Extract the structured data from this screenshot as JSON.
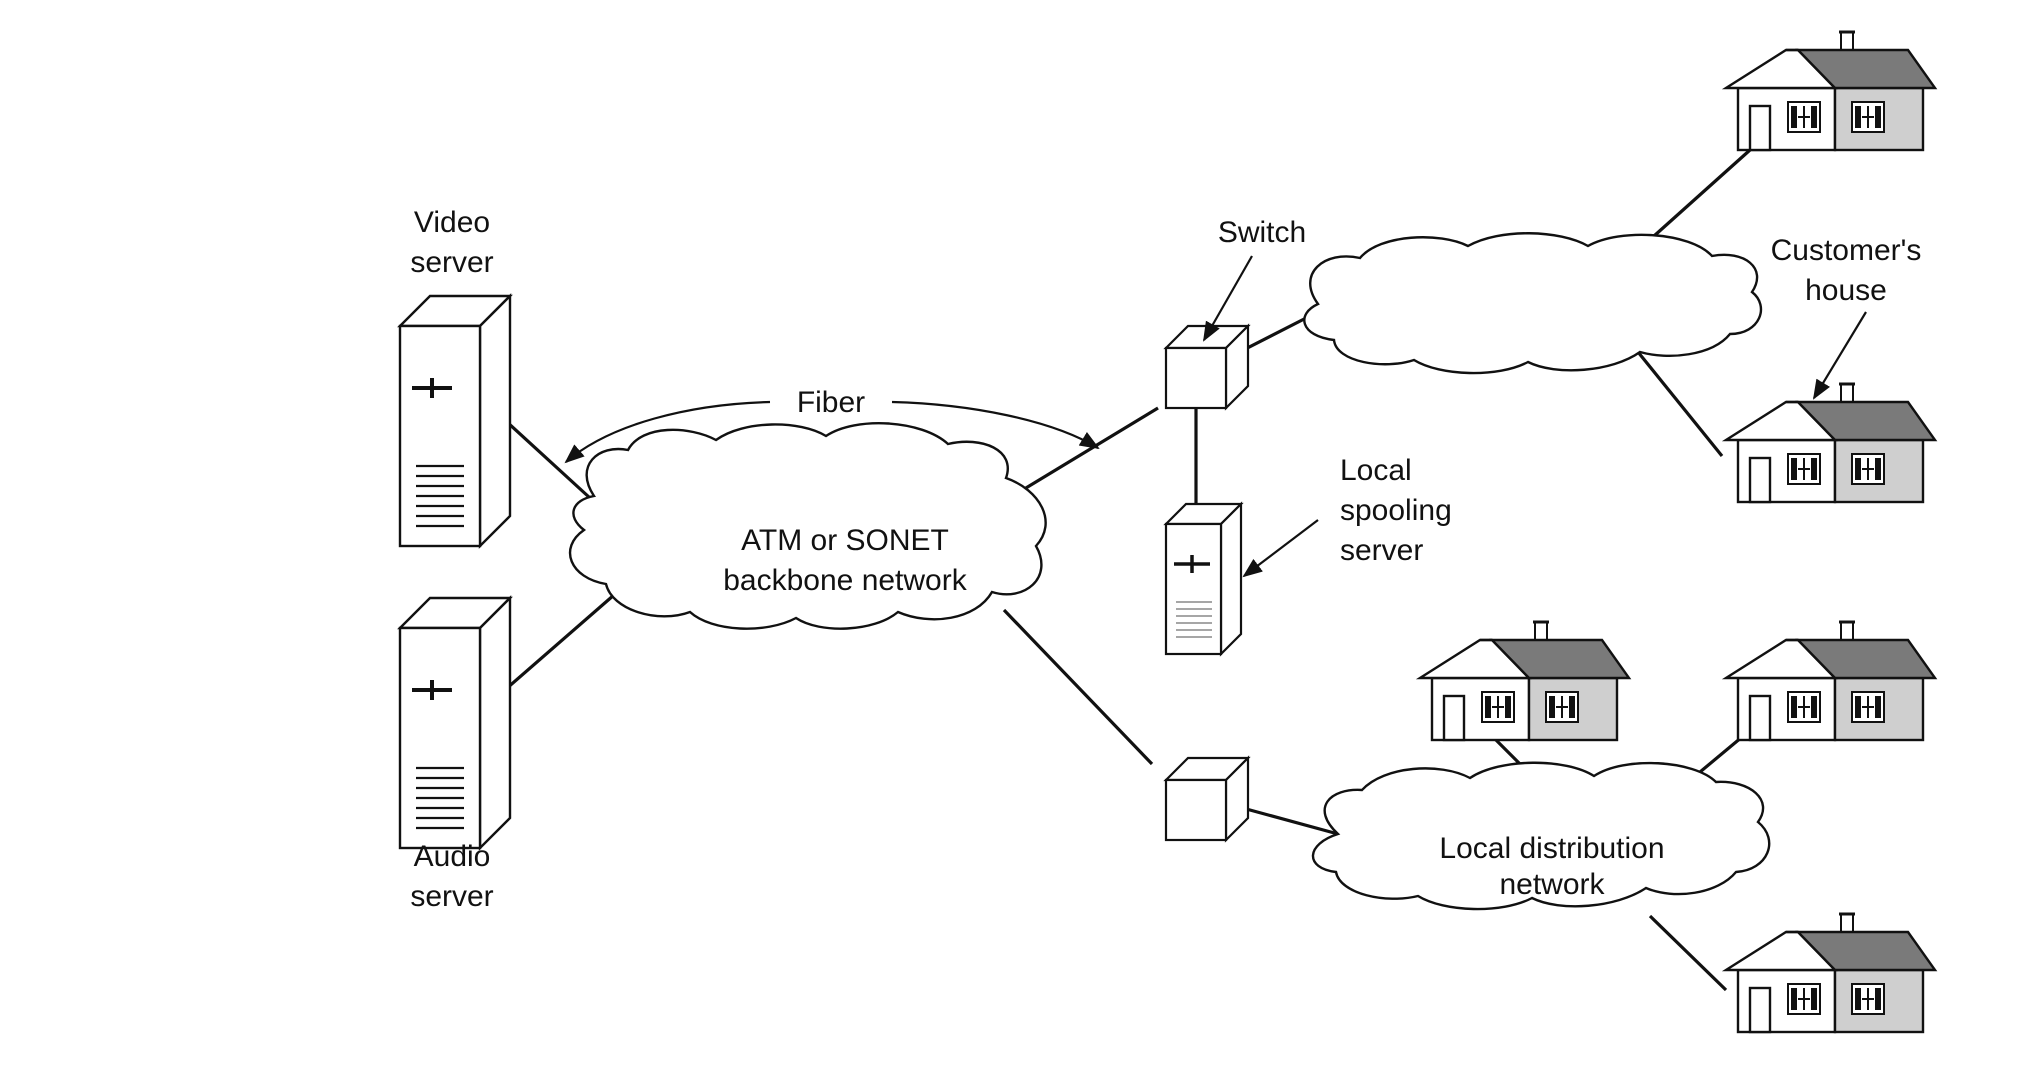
{
  "labels": {
    "video_server": [
      "Video",
      "server"
    ],
    "audio_server": [
      "Audio",
      "server"
    ],
    "fiber": "Fiber",
    "backbone": [
      "ATM or SONET",
      "backbone network"
    ],
    "switch": "Switch",
    "local_spooling": [
      "Local",
      "spooling",
      "server"
    ],
    "customers_house": [
      "Customer's",
      "house"
    ],
    "local_distribution": [
      "Local distribution",
      "network"
    ]
  },
  "colors": {
    "line": "#111111",
    "roof": "#7a7a7a",
    "house_wall_right": "#cfcfcf",
    "background": "#ffffff"
  }
}
